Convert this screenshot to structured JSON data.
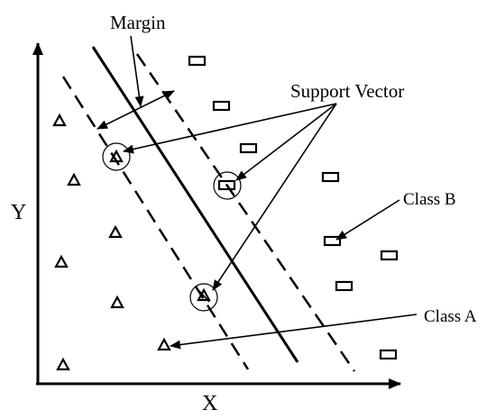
{
  "labels": {
    "margin": "Margin",
    "support_vector": "Support Vector",
    "class_b": "Class B",
    "class_a": "Class A",
    "x_axis": "X",
    "y_axis": "Y"
  },
  "colors": {
    "stroke": "#000000",
    "background": "#ffffff"
  }
}
